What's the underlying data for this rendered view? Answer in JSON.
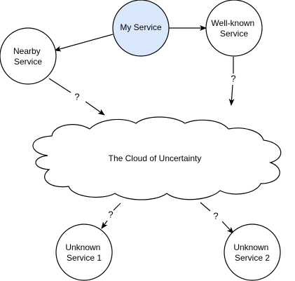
{
  "colors": {
    "highlight_fill": "#dae8fc",
    "highlight_stroke": "#6c8ebf",
    "default_fill": "#ffffff",
    "stroke": "#000000"
  },
  "nodes": {
    "my_service": {
      "label": "My Service",
      "highlighted": true
    },
    "well_known_service": {
      "label_lines": [
        "Well-known",
        "Service"
      ]
    },
    "nearby_service": {
      "label_lines": [
        "Nearby",
        "Service"
      ]
    },
    "unknown_service_1": {
      "label_lines": [
        "Unknown",
        "Service 1"
      ]
    },
    "unknown_service_2": {
      "label_lines": [
        "Unknown",
        "Service 2"
      ]
    }
  },
  "cloud": {
    "label": "The Cloud of Uncertainty"
  },
  "edges": [
    {
      "from": "my_service",
      "to": "well_known_service",
      "label": ""
    },
    {
      "from": "my_service",
      "to": "nearby_service",
      "label": ""
    },
    {
      "from": "nearby_service",
      "to": "cloud",
      "label": "?"
    },
    {
      "from": "well_known_service",
      "to": "cloud",
      "label": "?"
    },
    {
      "from": "cloud",
      "to": "unknown_service_1",
      "label": "?"
    },
    {
      "from": "cloud",
      "to": "unknown_service_2",
      "label": "?"
    }
  ]
}
